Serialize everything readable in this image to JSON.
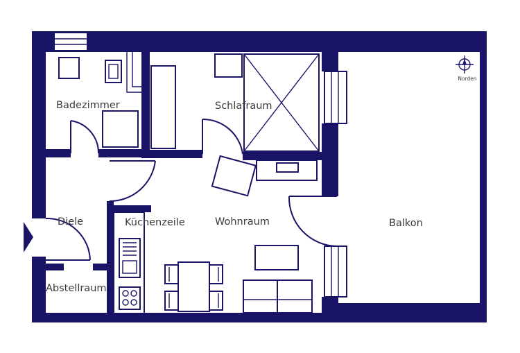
{
  "colors": {
    "wall": "#1a1466",
    "background": "#ffffff",
    "label": "#3a3a3a"
  },
  "rooms": {
    "badezimmer": "Badezimmer",
    "schlafraum": "Schlafraum",
    "diele": "Diele",
    "kuechenzeile": "Küchenzeile",
    "wohnraum": "Wohnraum",
    "balkon": "Balkon",
    "abstellraum": "Abstellraum"
  },
  "compass": {
    "label": "Norden",
    "icon": "compass-icon"
  }
}
